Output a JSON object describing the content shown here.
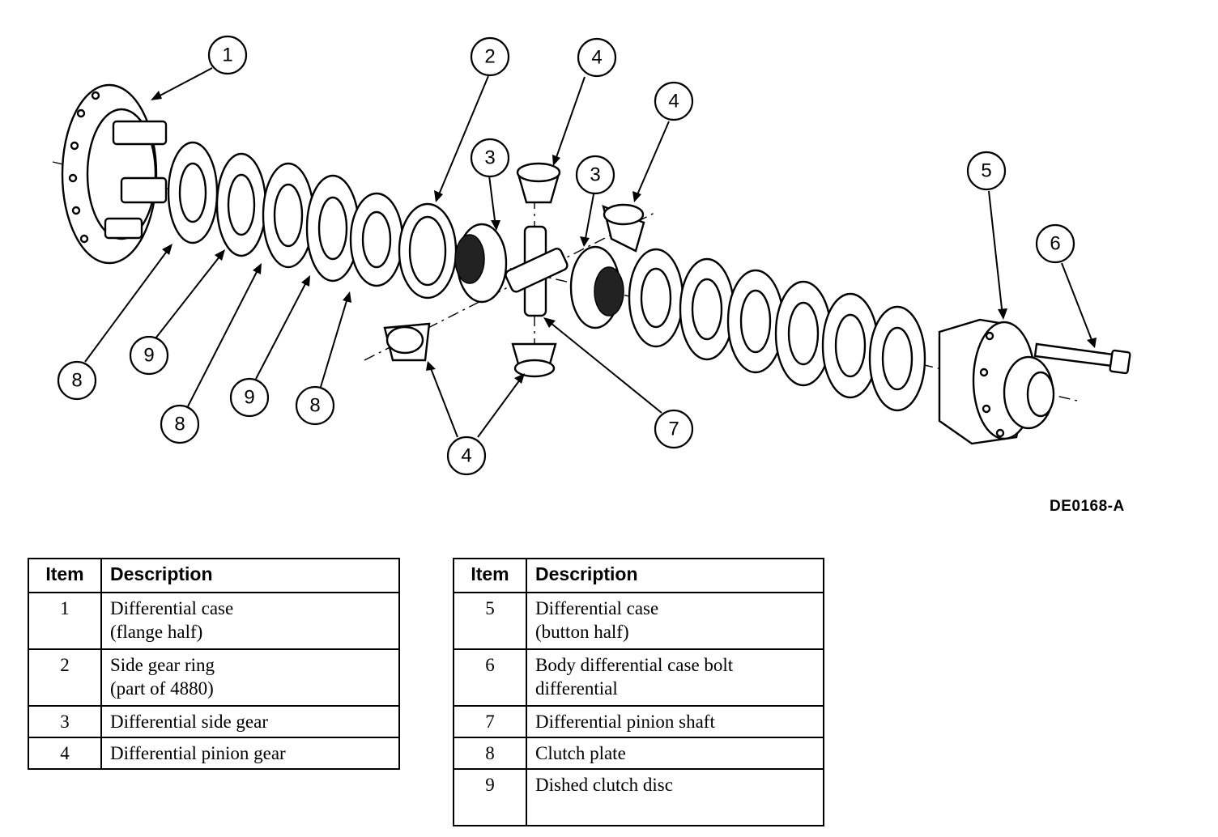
{
  "figure_code": "DE0168-A",
  "callouts": [
    {
      "id": "c1",
      "label": "1"
    },
    {
      "id": "c2",
      "label": "2"
    },
    {
      "id": "c3a",
      "label": "3"
    },
    {
      "id": "c3b",
      "label": "3"
    },
    {
      "id": "c4a",
      "label": "4"
    },
    {
      "id": "c4b",
      "label": "4"
    },
    {
      "id": "c4c",
      "label": "4"
    },
    {
      "id": "c5",
      "label": "5"
    },
    {
      "id": "c6",
      "label": "6"
    },
    {
      "id": "c7",
      "label": "7"
    },
    {
      "id": "c8a",
      "label": "8"
    },
    {
      "id": "c8b",
      "label": "8"
    },
    {
      "id": "c8c",
      "label": "8"
    },
    {
      "id": "c9a",
      "label": "9"
    },
    {
      "id": "c9b",
      "label": "9"
    }
  ],
  "legend": {
    "item_header": "Item",
    "description_header": "Description",
    "left_rows": [
      {
        "item": "1",
        "description": "Differential case\n(flange half)"
      },
      {
        "item": "2",
        "description": "Side gear ring\n(part of 4880)"
      },
      {
        "item": "3",
        "description": "Differential side gear"
      },
      {
        "item": "4",
        "description": "Differential pinion gear"
      }
    ],
    "right_rows": [
      {
        "item": "5",
        "description": "Differential case\n(button half)"
      },
      {
        "item": "6",
        "description": "Body differential case bolt\ndifferential"
      },
      {
        "item": "7",
        "description": "Differential pinion shaft"
      },
      {
        "item": "8",
        "description": "Clutch plate"
      },
      {
        "item": "9",
        "description": "Dished clutch disc"
      }
    ]
  }
}
